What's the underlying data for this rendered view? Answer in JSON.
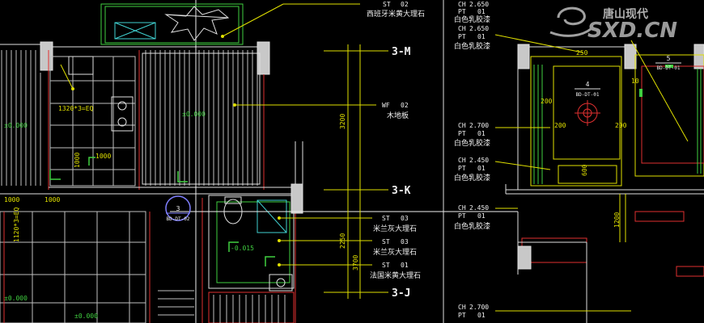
{
  "watermark": {
    "cn": "唐山现代",
    "brand": "SXD.CN"
  },
  "axes": [
    "3-M",
    "3-K",
    "3-J"
  ],
  "material_tags": [
    {
      "code": "ST",
      "num": "02",
      "name": "西班牙米黄大理石"
    },
    {
      "code": "WF",
      "num": "02",
      "name": "木地板"
    },
    {
      "code": "ST",
      "num": "03",
      "name": "米兰灰大理石"
    },
    {
      "code": "ST",
      "num": "03",
      "name": "米兰灰大理石"
    },
    {
      "code": "ST",
      "num": "01",
      "name": "法国米黄大理石"
    }
  ],
  "ceiling_tags": [
    {
      "ch": "CH",
      "h": "2.650",
      "pt": "PT",
      "num": "01",
      "name": "白色乳胶漆"
    },
    {
      "ch": "CH",
      "h": "2.650",
      "pt": "PT",
      "num": "01",
      "name": "白色乳胶漆"
    },
    {
      "ch": "CH",
      "h": "2.700",
      "pt": "PT",
      "num": "01",
      "name": "白色乳胶漆"
    },
    {
      "ch": "CH",
      "h": "2.450",
      "pt": "PT",
      "num": "01",
      "name": "白色乳胶漆"
    },
    {
      "ch": "CH",
      "h": "2.450",
      "pt": "PT",
      "num": "01",
      "name": "白色乳胶漆"
    },
    {
      "ch": "CH",
      "h": "2.700",
      "pt": "PT",
      "num": "01"
    }
  ],
  "dimensions": {
    "kitchen_tile": "1320*3=EQ",
    "d1000a": "1000",
    "d1000b": "1000",
    "d1000c": "1000",
    "d1120": "1120*3=EQ",
    "d3200": "3200",
    "d2250": "2250",
    "d3700": "3700",
    "d200a": "200",
    "d200b": "200",
    "d200c": "200",
    "d600": "600",
    "d1200": "1200",
    "d250": "250",
    "d10": "10"
  },
  "levels": {
    "l1": "±0.000",
    "l2": "±0.000",
    "l3": "-0.015",
    "l4": "±0.000",
    "l5": "±0.000"
  },
  "callouts": {
    "c1": {
      "num": "3",
      "ref": "BD-DT-02"
    },
    "c2": {
      "num": "4",
      "ref": "BD-DT-01"
    },
    "c3": {
      "num": "5",
      "ref": "BD-DT-01"
    }
  }
}
